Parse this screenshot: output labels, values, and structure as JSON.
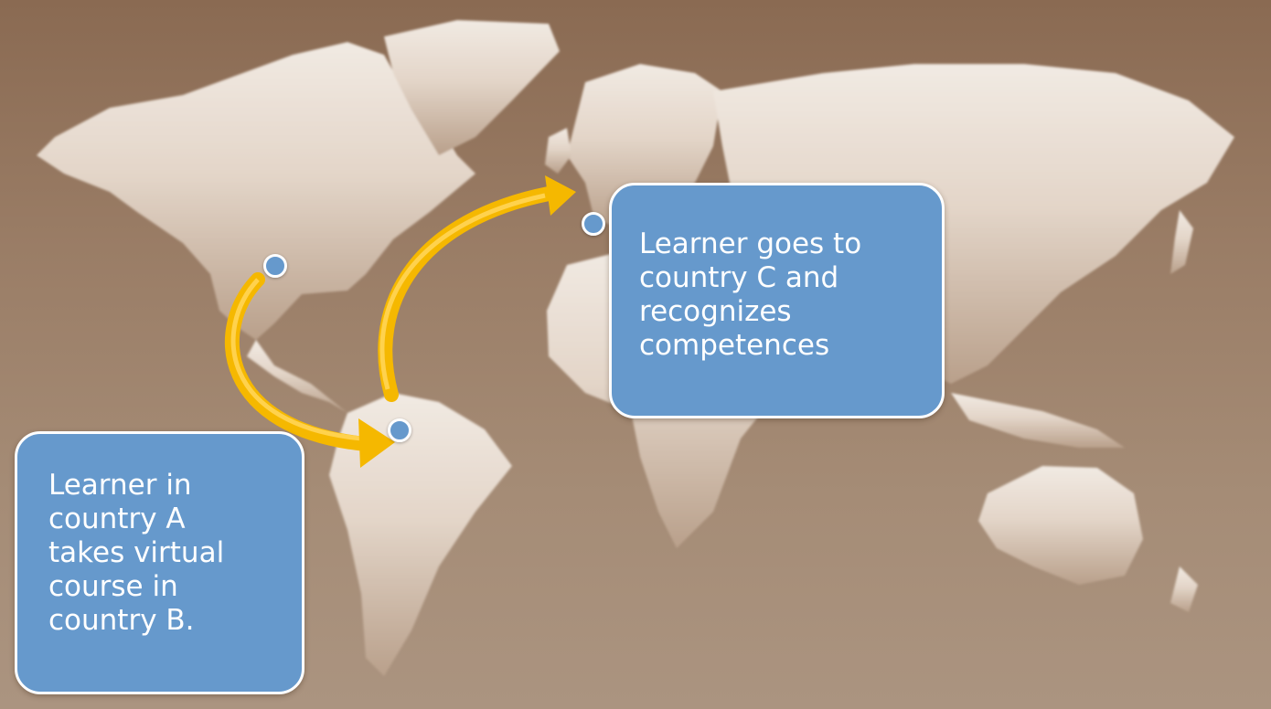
{
  "callout_a": {
    "text": "Learner  in\ncountry  A\ntakes virtual\ncourse in\ncountry B."
  },
  "callout_c": {
    "text": "Learner  goes to\ncountry C and\nrecognizes\ncompetences"
  },
  "colors": {
    "callout_fill": "#6699cc",
    "arrow": "#f5b800",
    "land": "#ece3db",
    "background": "#9a7d66"
  },
  "icons": [
    "world-map",
    "location-dot",
    "curved-arrow"
  ]
}
